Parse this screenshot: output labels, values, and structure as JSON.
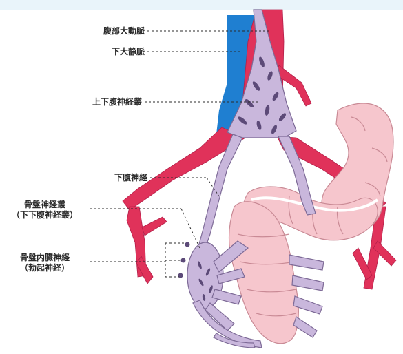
{
  "labels": {
    "aorta": "腹部大動脈",
    "vena_cava": "下大静脈",
    "superior_hypogastric_plexus": "上下腹神経叢",
    "hypogastric_nerve": "下腹神経",
    "pelvic_plexus_line1": "骨盤神経叢",
    "pelvic_plexus_line2": "（下下腹神経叢）",
    "pelvic_splanchnic_line1": "骨盤内臓神経",
    "pelvic_splanchnic_line2": "（勃起神経）"
  },
  "colors": {
    "artery": "#e0325a",
    "vein": "#1f7fd1",
    "nerve": "#c9b7dc",
    "nerve_outline": "#7d6a96",
    "nerve_dark": "#5c4a78",
    "colon": "#f6c6cd",
    "colon_outline": "#c98a95",
    "background_strip": "#e9f4fa"
  }
}
